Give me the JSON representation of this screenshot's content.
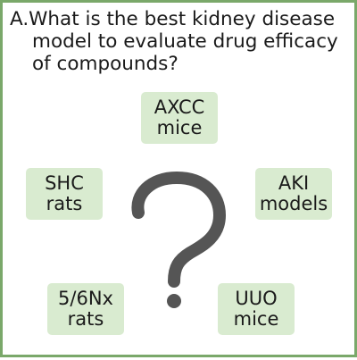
{
  "question": {
    "lines": [
      "A.What is the best kidney disease",
      "model to evaluate drug efficacy",
      "of compounds?"
    ]
  },
  "models": {
    "axcc": [
      "AXCC",
      "mice"
    ],
    "shc": [
      "SHC",
      "rats"
    ],
    "aki": [
      "AKI",
      "models"
    ],
    "nx": [
      "5/6Nx",
      "rats"
    ],
    "uuo": [
      "UUO",
      "mice"
    ]
  },
  "center_symbol": "?",
  "colors": {
    "border": "#7aa86a",
    "box_fill": "#d9ebd0",
    "question_mark": "#555555",
    "text": "#1a1a1a"
  }
}
